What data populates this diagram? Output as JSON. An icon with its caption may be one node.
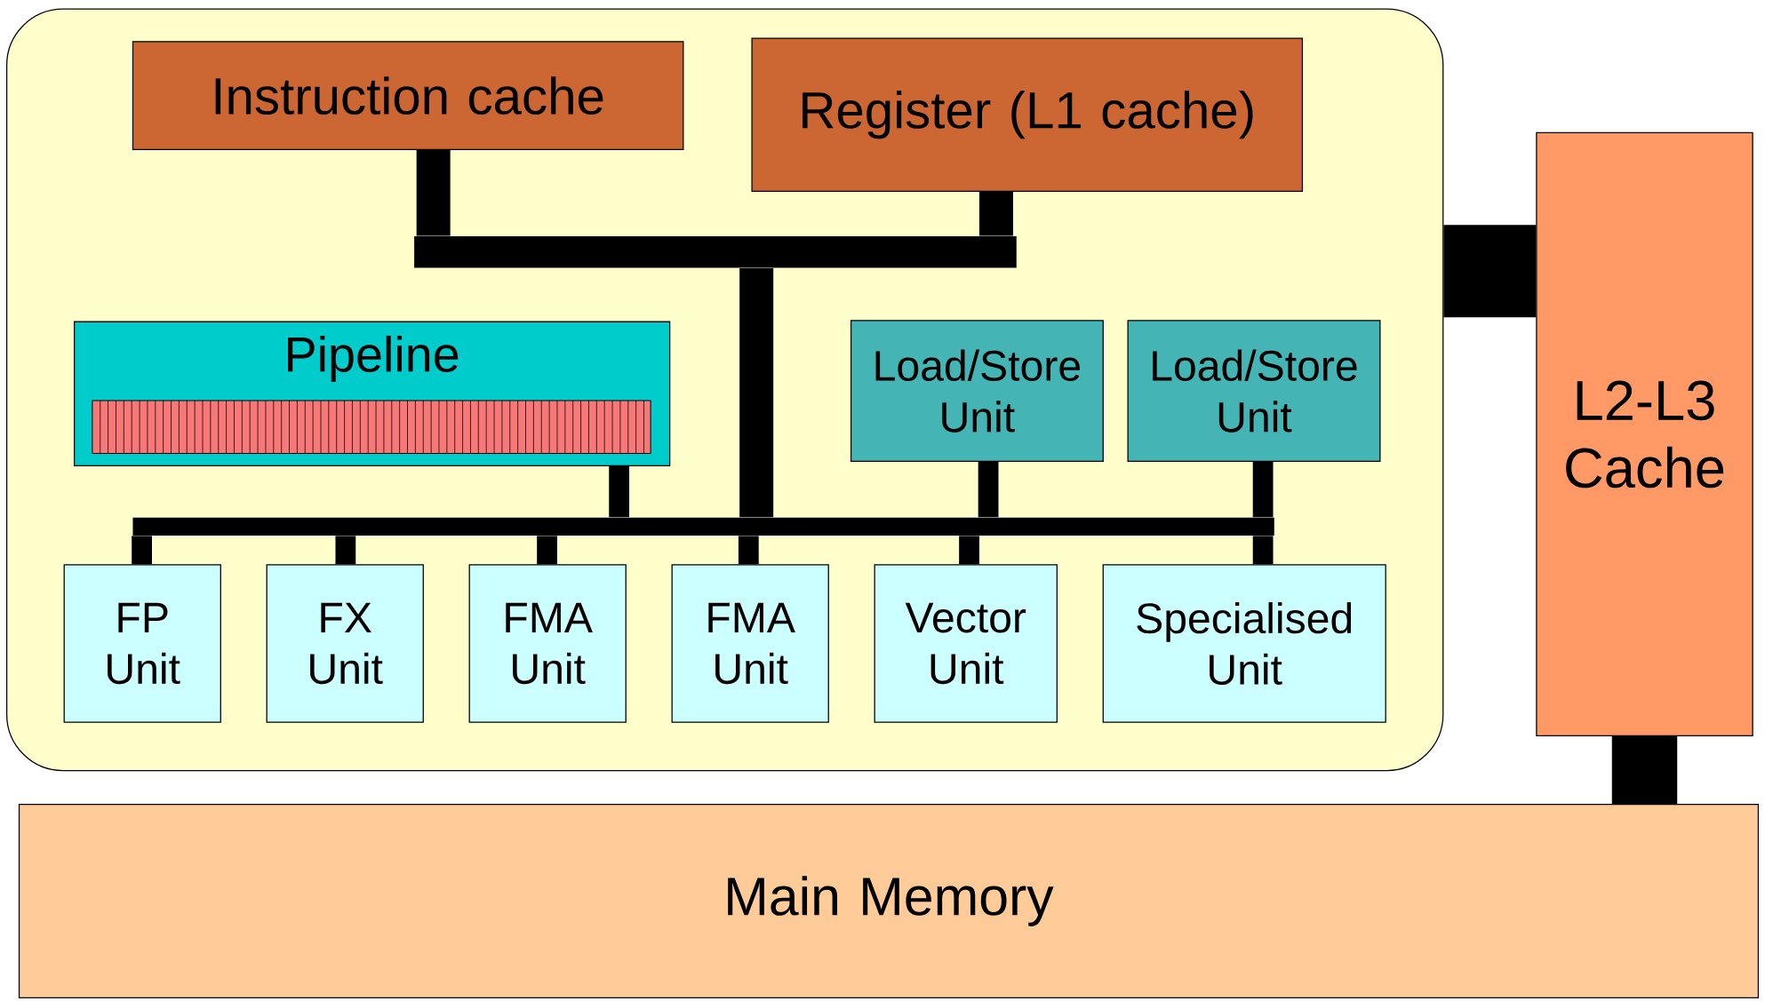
{
  "diagram": {
    "nodes": [
      {
        "text": [],
        "shape": "box"
      },
      {
        "text": [
          "Instruction cache"
        ],
        "in": 0
      },
      {
        "text": [
          "Register (L1 cache)"
        ],
        "in": 0
      },
      {
        "text": [],
        "shape": "bar",
        "in": 0
      },
      {
        "text": [
          "Pipeline"
        ],
        "in": 0
      },
      {
        "text": [
          "Load/Store Unit"
        ],
        "in": 0
      },
      {
        "text": [
          "Load/Store Unit"
        ],
        "in": 0
      },
      {
        "text": [],
        "shape": "bar",
        "in": 0
      },
      {
        "text": [
          "FP Unit"
        ],
        "in": 0
      },
      {
        "text": [
          "FX Unit"
        ],
        "in": 0
      },
      {
        "text": [
          "FMA Unit"
        ],
        "in": 0
      },
      {
        "text": [
          "FMA Unit"
        ],
        "in": 0
      },
      {
        "text": [
          "Vector Unit"
        ],
        "in": 0
      },
      {
        "text": [
          "Specialised Unit"
        ],
        "in": 0
      },
      {
        "text": [
          "L2-L3 Cache"
        ]
      },
      {
        "text": [
          "Main Memory"
        ]
      }
    ],
    "edges": [
      {
        "from": 1,
        "to": 3,
        "arrow": "none"
      },
      {
        "from": 2,
        "to": 3,
        "arrow": "none"
      },
      {
        "from": 3,
        "to": 7,
        "arrow": "none"
      },
      {
        "from": 4,
        "to": 7,
        "arrow": "none"
      },
      {
        "from": 5,
        "to": 7,
        "arrow": "none"
      },
      {
        "from": 6,
        "to": 7,
        "arrow": "none"
      },
      {
        "from": 7,
        "to": 8,
        "arrow": "none"
      },
      {
        "from": 7,
        "to": 9,
        "arrow": "none"
      },
      {
        "from": 7,
        "to": 10,
        "arrow": "none"
      },
      {
        "from": 7,
        "to": 11,
        "arrow": "none"
      },
      {
        "from": 7,
        "to": 12,
        "arrow": "none"
      },
      {
        "from": 7,
        "to": 13,
        "arrow": "none"
      },
      {
        "from": 0,
        "to": 14,
        "arrow": "none",
        "style": "thick"
      },
      {
        "from": 14,
        "to": 15,
        "arrow": "none",
        "style": "thick"
      }
    ]
  }
}
